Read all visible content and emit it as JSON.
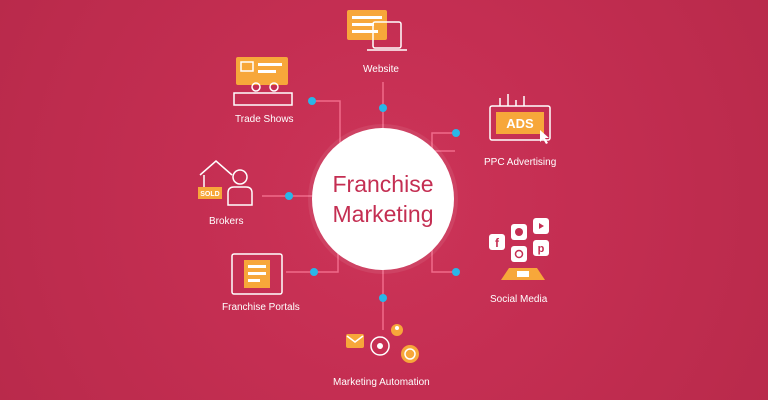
{
  "center": {
    "line1": "Franchise",
    "line2": "Marketing"
  },
  "nodes": {
    "website": "Website",
    "trade_shows": "Trade Shows",
    "ppc": "PPC Advertising",
    "brokers": "Brokers",
    "social": "Social Media",
    "portals": "Franchise Portals",
    "automation": "Marketing Automation"
  },
  "icon_text": {
    "ads": "ADS",
    "sold": "SOLD"
  },
  "colors": {
    "background": "#c42e52",
    "connector": "#f06a8a",
    "node_dot": "#29b6e8",
    "icon_stroke": "#ffffff",
    "accent": "#f7a73a"
  }
}
